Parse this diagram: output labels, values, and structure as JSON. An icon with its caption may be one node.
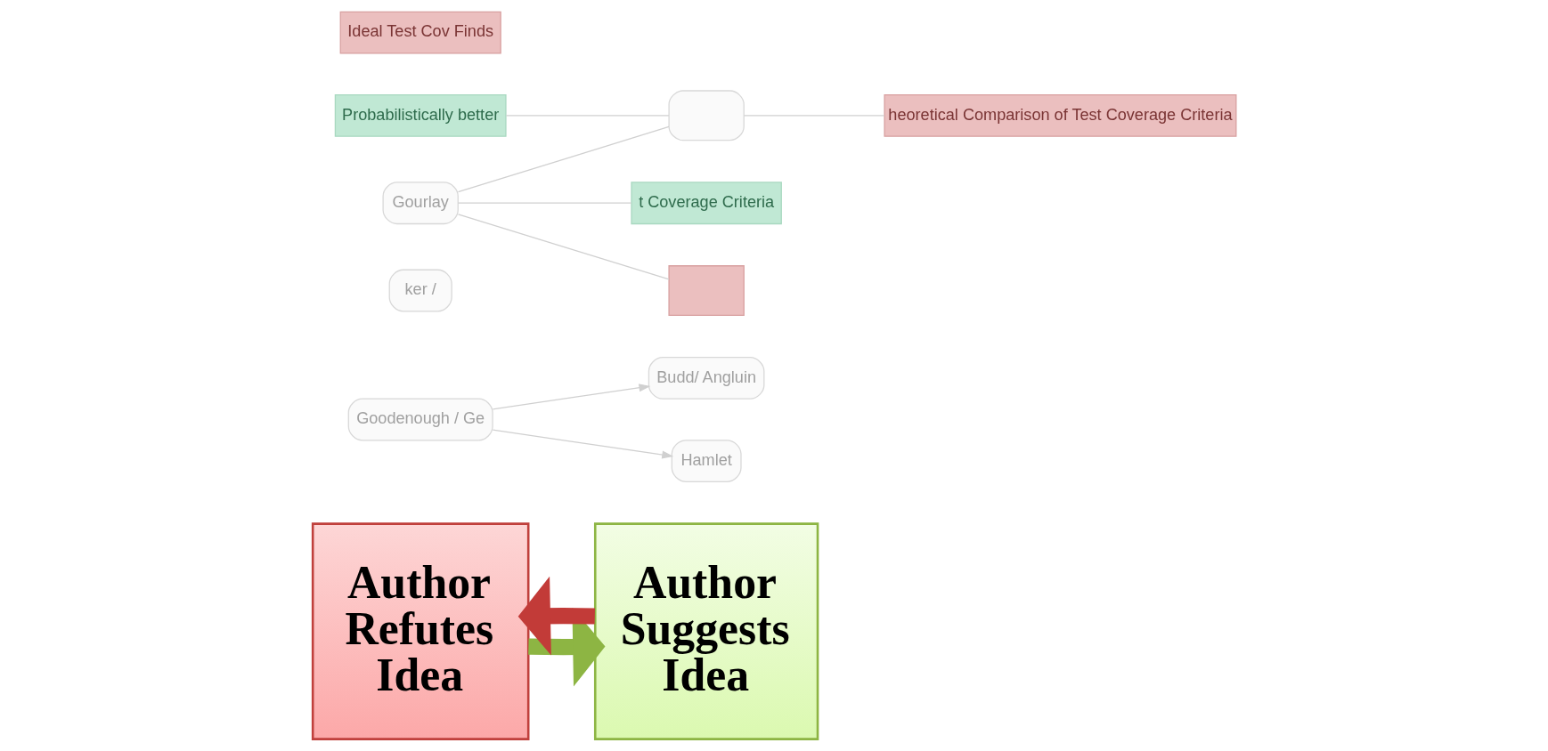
{
  "diagram": {
    "nodes": [
      {
        "text": [
          "Author Refutes Idea"
        ]
      },
      {
        "text": [
          "Author Suggests Idea"
        ]
      },
      {
        "text": [
          "Budd/ Angluin"
        ]
      },
      {
        "text": [
          "Hamlet"
        ]
      },
      {
        "text": [
          "Goodenough / Ge"
        ]
      },
      {
        "text": [
          "ker /"
        ]
      },
      {
        "text": [
          "Probabilistically better"
        ]
      },
      {
        "text": [
          "Ideal Test Cov Finds"
        ]
      },
      {
        "text": [
          "Gourlay"
        ]
      },
      {
        "text": [
          "t Coverage Criteria"
        ]
      },
      {
        "text": [],
        "shape": "box"
      },
      {
        "text": [],
        "shape": "box"
      },
      {
        "text": [
          "heoretical Comparison of Test Coverage Criteria"
        ]
      }
    ],
    "edges": [
      {
        "from": 0,
        "to": 1,
        "arrow": "to",
        "style": "thick",
        "color": "#8db543"
      },
      {
        "from": 1,
        "to": 0,
        "arrow": "to",
        "style": "thick",
        "color": "#c23b38"
      },
      {
        "from": 4,
        "to": 2,
        "arrow": "to"
      },
      {
        "from": 4,
        "to": 3,
        "arrow": "to"
      },
      {
        "from": 8,
        "to": 9,
        "arrow": "none"
      },
      {
        "from": 8,
        "to": 11,
        "arrow": "none"
      },
      {
        "from": 8,
        "to": 10,
        "arrow": "none"
      },
      {
        "from": 6,
        "to": 10,
        "arrow": "none"
      },
      {
        "from": 10,
        "to": 12,
        "arrow": "none"
      }
    ]
  }
}
